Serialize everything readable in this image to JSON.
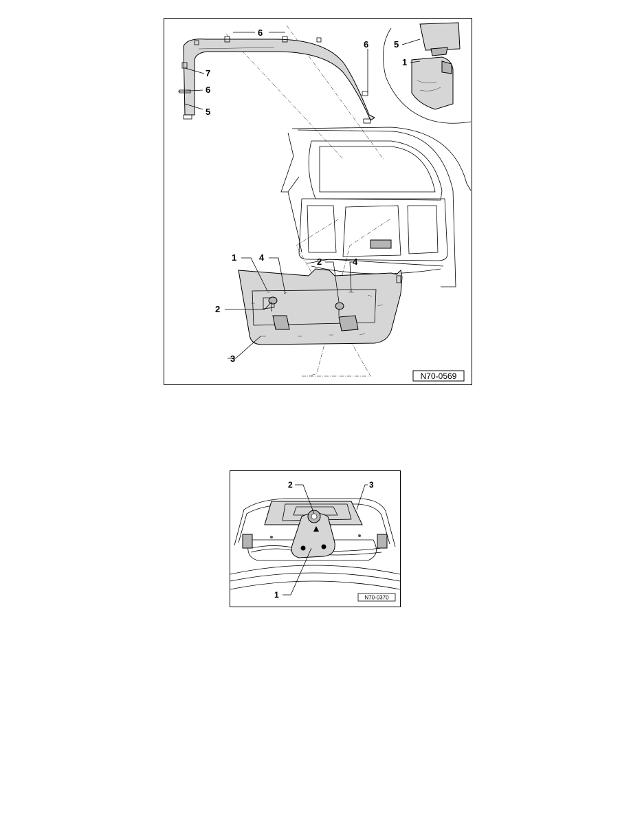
{
  "figure_1": {
    "reference": "N70-0569",
    "callouts": {
      "c1_upper": "1",
      "c1_lower": "1",
      "c2_left": "2",
      "c2_right": "2",
      "c3": "3",
      "c4_left": "4",
      "c4_right": "4",
      "c5_upper": "5",
      "c5_lower": "5",
      "c6_top": "6",
      "c6_left": "6",
      "c6_right": "6",
      "c7": "7"
    }
  },
  "figure_2": {
    "reference": "N70-0370",
    "callouts": {
      "c1": "1",
      "c2": "2",
      "c3": "3"
    }
  }
}
